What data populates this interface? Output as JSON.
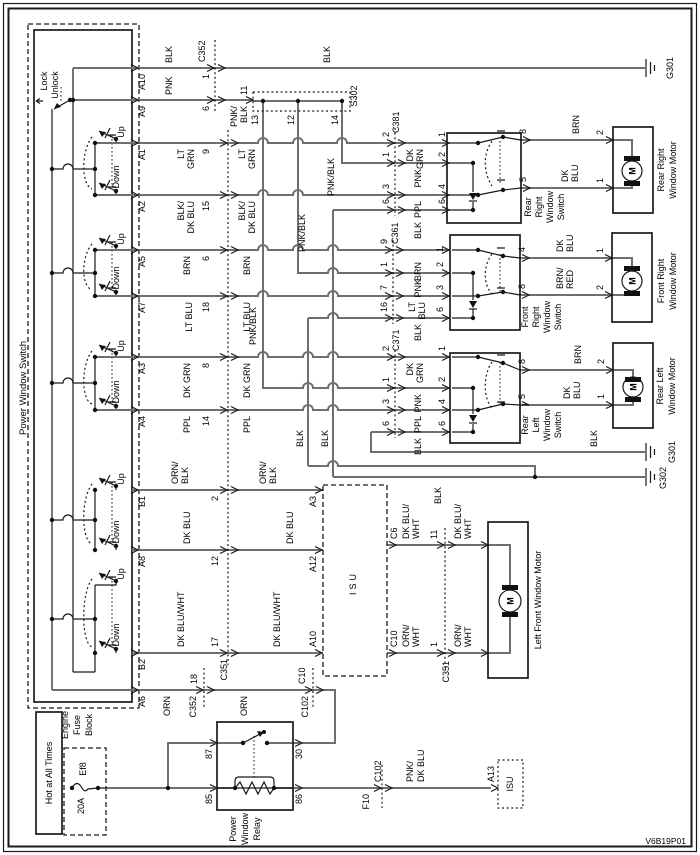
{
  "page": {
    "code": "V6B19P01"
  },
  "master_switch": {
    "name": "Power Window Switch",
    "lock": "Lock",
    "unlock": "Unlock",
    "up": "Up",
    "down": "Down",
    "terminals": [
      "A10",
      "A9",
      "A1",
      "A2",
      "A5",
      "A7",
      "A3",
      "A4",
      "B1",
      "A8",
      "B2",
      "A6"
    ]
  },
  "colors": {
    "blk": "BLK",
    "pnk": "PNK",
    "brn": "BRN",
    "ppl": "PPL",
    "orn": "ORN",
    "dk_blu": "DK BLU",
    "lt_blu": "LT BLU",
    "dk_grn": "DK GRN",
    "lt": "LT",
    "grn": "GRN",
    "dk": "DK",
    "blu": "BLU",
    "wht": "WHT",
    "red": "RED",
    "blk_s": "BLK/",
    "pnk_s": "PNK/",
    "orn_s": "ORN/",
    "brn_s": "BRN/",
    "dk_blu_s": "DK BLU/",
    "pnk_blk": "PNK/BLK",
    "dk_blu_wht": "DK BLU/WHT"
  },
  "pins": {
    "n1": "1",
    "n2": "2",
    "n3": "3",
    "n4": "4",
    "n5": "5",
    "n6": "6",
    "n7": "7",
    "n8": "8",
    "n9": "9",
    "n11": "11",
    "n12": "12",
    "n13": "13",
    "n14": "14",
    "n15": "15",
    "n16": "16",
    "n17": "17",
    "n18": "18",
    "n30": "30",
    "n85": "85",
    "n86": "86",
    "n87": "87"
  },
  "connectors": {
    "c351": "C351",
    "c352": "C352",
    "c361": "C361",
    "c371": "C371",
    "c381": "C381",
    "c102": "C102",
    "s302": "S302"
  },
  "grounds": {
    "g301": "G301",
    "g302": "G302"
  },
  "isu": {
    "name": "ISU",
    "pins": {
      "a3": "A3",
      "a12": "A12",
      "a10": "A10",
      "a13": "A13",
      "c6": "C6",
      "c10": "C10"
    }
  },
  "c102_pins": {
    "c10": "C10",
    "f10": "F10"
  },
  "components": {
    "rr_switch": [
      "Rear",
      "Right",
      "Window",
      "Switch"
    ],
    "fr_switch": [
      "Front",
      "Right",
      "Window",
      "Switch"
    ],
    "rl_switch": [
      "Rear",
      "Left",
      "Window",
      "Switch"
    ],
    "rr_motor": [
      "Rear Right",
      "Window Motor"
    ],
    "fr_motor": [
      "Front Right",
      "Window Motor"
    ],
    "rl_motor": [
      "Rear Left",
      "Window Motor"
    ],
    "lf_motor": "Left Front Window Motor",
    "relay": [
      "Power",
      "Window",
      "Relay"
    ],
    "fuse_block": [
      "Engine",
      "Fuse",
      "Block"
    ],
    "hot": "Hot at All Times",
    "fuse_id": "Ef8",
    "fuse_amp": "20A",
    "motor_letter": "M"
  }
}
